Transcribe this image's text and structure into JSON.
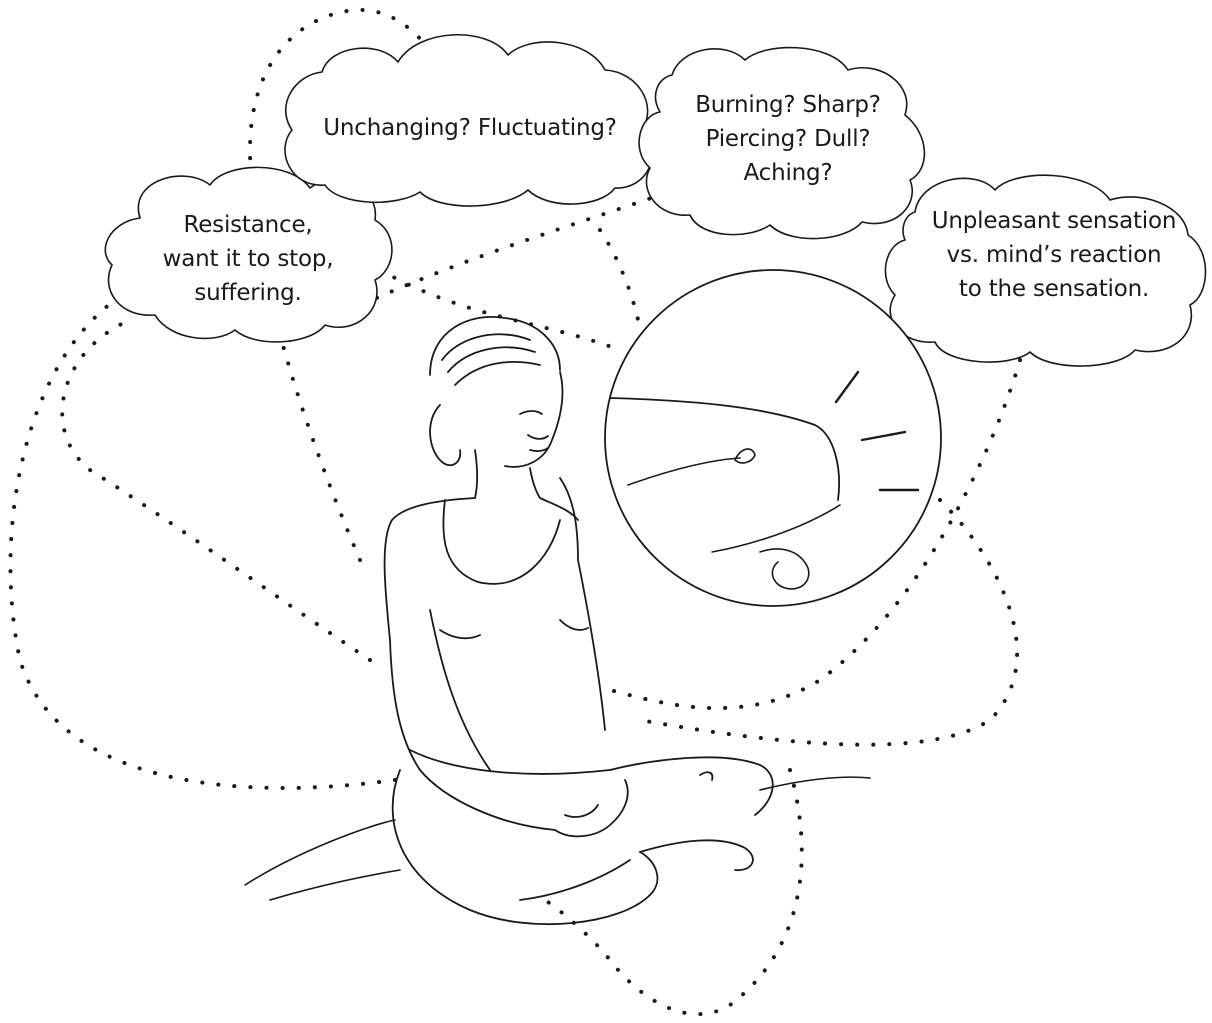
{
  "bubbles": {
    "resistance": "Resistance,\nwant it to stop,\nsuffering.",
    "unchanging": "Unchanging? Fluctuating?",
    "burning": "Burning? Sharp?\nPiercing? Dull?\nAching?",
    "unpleasant": "Unpleasant sensation\nvs. mind’s reaction\nto the sensation."
  },
  "colors": {
    "ink": "#1a1a1a",
    "background": "#ffffff"
  }
}
